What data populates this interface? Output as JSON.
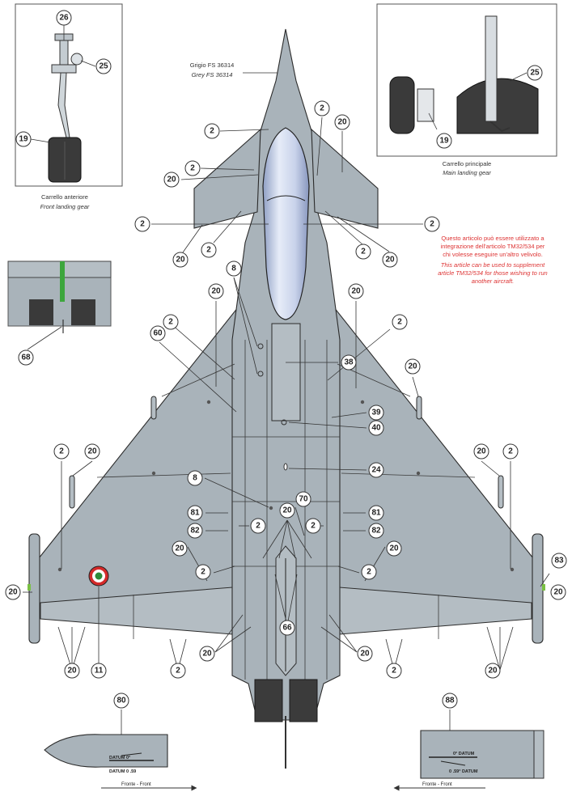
{
  "colour_labels": {
    "it": "Grigio FS 36314",
    "en": "Grey FS 36314"
  },
  "front_gear": {
    "caption_it": "Carrello anteriore",
    "caption_en": "Front landing gear"
  },
  "main_gear": {
    "caption_it": "Carrello principale",
    "caption_en": "Main landing gear"
  },
  "note": {
    "it": [
      "Questo articolo può essere utilizzato a",
      "integrazione dell'articolo TM32/534 per",
      "chi volesse eseguire un'altro velivolo."
    ],
    "en": [
      "This article can be used to supplement",
      "article TM32/534 for those wishing to run",
      "another aircraft."
    ]
  },
  "probe_left": {
    "datum_top": "DATUM  0°",
    "datum_bottom": "DATUM  0 .59",
    "arrow_label": "Fronte - Front"
  },
  "probe_right": {
    "datum_top": "0°  DATUM",
    "datum_bottom": "0 .59°  DATUM",
    "arrow_label": "Fronte - Front"
  },
  "callouts": {
    "c26": "26",
    "c25a": "25",
    "c19a": "19",
    "c25b": "25",
    "c19b": "19",
    "c68": "68",
    "c80": "80",
    "c88": "88",
    "n2_nose_l": "2",
    "n2_nose_l2": "2",
    "n20_canard_l": "20",
    "n2_canard_tip_l": "2",
    "n20_canard_root_l": "20",
    "n2_canard_root_l": "2",
    "n2_top_r": "2",
    "n20_top_r": "20",
    "n2_canard_tip_r": "2",
    "n2_canard_root_r": "2",
    "n20_canard_root_r": "20",
    "n8_top": "8",
    "n20_wing_l_up": "20",
    "n20_wing_r_up": "20",
    "n2_intake_l": "2",
    "n60": "60",
    "n2_wing_r_up": "2",
    "n38": "38",
    "n20_wing_r_edge": "20",
    "n39": "39",
    "n40": "40",
    "n24": "24",
    "n2_wtip_l": "2",
    "n20_wtip_l": "20",
    "n2_wtip_r": "2",
    "n20_wtip_r": "20",
    "n8_mid": "8",
    "n70": "70",
    "n20_center": "20",
    "n81_l": "81",
    "n81_r": "81",
    "n82_l": "82",
    "n82_r": "82",
    "n2_mid_l": "2",
    "n2_mid_r": "2",
    "n20_flap_l": "20",
    "n20_flap_r": "20",
    "n2_flap_l": "2",
    "n2_flap_r": "2",
    "n20_fin_l": "20",
    "n20_fin_r": "20",
    "n83": "83",
    "n66": "66",
    "n20_bot_l": "20",
    "n11": "11",
    "n2_bot_l": "2",
    "n20_bot_cl": "20",
    "n20_bot_cr": "20",
    "n2_bot_r": "2",
    "n20_bot_r": "20"
  },
  "colors": {
    "airframe": "#a9b3ba",
    "canopy": "#c9d3ea",
    "note_red": "#dd3333",
    "roundel_red": "#d42a2a",
    "roundel_green": "#2e8b3a"
  }
}
